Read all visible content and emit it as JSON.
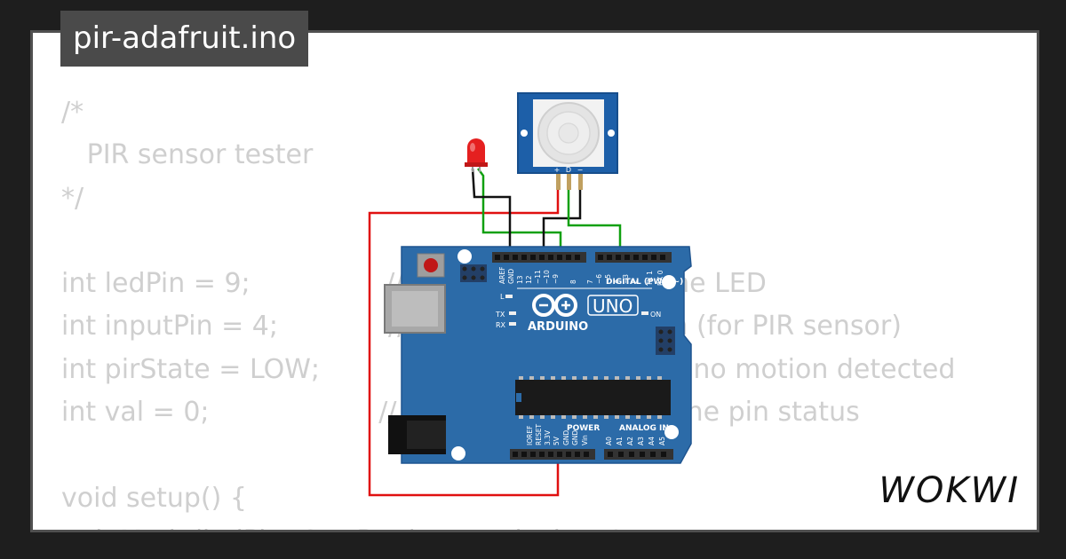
{
  "project": {
    "filename": "pir-adafruit.ino"
  },
  "code_lines": [
    "/*",
    "   PIR sensor tester",
    "*/",
    "",
    "int ledPin = 9;                // choose the pin for the LED",
    "int inputPin = 4;             // choose the input pin (for PIR sensor)",
    "int pirState = LOW;          // we start, assuming no motion detected",
    "int val = 0;                    // variable for reading the pin status",
    "",
    "void setup() {",
    "  pinMode(ledPin, OUTPUT);      // declare LED as output"
  ],
  "brand": {
    "name": "WOKWI"
  },
  "board": {
    "name": "ARDUINO",
    "model": "UNO",
    "digital_header": "DIGITAL (PWM ~)",
    "power_header": "POWER",
    "analog_header": "ANALOG IN",
    "on_label": "ON",
    "l_label": "L",
    "tx_label": "TX",
    "rx_label": "RX",
    "aref_label": "AREF",
    "gnd_label": "GND",
    "digital_pins": [
      "13",
      "12",
      "~11",
      "~10",
      "~9",
      "8",
      "7",
      "~6",
      "~5",
      "4",
      "~3",
      "2",
      "TX 1",
      "RX 0"
    ],
    "power_pins": [
      "IOREF",
      "RESET",
      "3.3V",
      "5V",
      "GND",
      "GND",
      "Vin"
    ],
    "analog_pins": [
      "A0",
      "A1",
      "A2",
      "A3",
      "A4",
      "A5"
    ]
  },
  "pir_sensor": {
    "pin_labels": [
      "+",
      "D",
      "−"
    ]
  },
  "colors": {
    "board": "#2c6ba8",
    "wire_red": "#e01010",
    "wire_green": "#10a010",
    "wire_black": "#111111",
    "led": "#e52020"
  }
}
